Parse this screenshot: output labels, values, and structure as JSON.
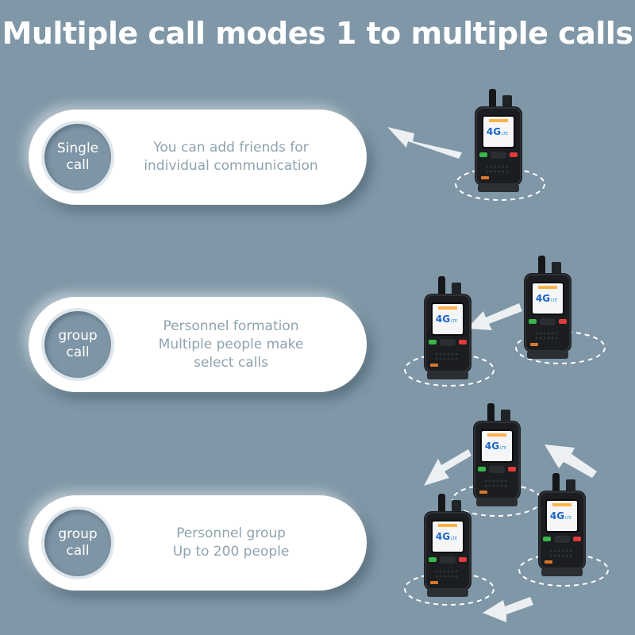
{
  "title": "Multiple call modes 1 to multiple calls",
  "modes": [
    {
      "badge": "Single\ncall",
      "description": "You can add friends for\nindividual communication"
    },
    {
      "badge": "group\ncall",
      "description": "Personnel formation\nMultiple people make\nselect calls"
    },
    {
      "badge": "group\ncall",
      "description": "Personnel group\nUp to 200 people"
    }
  ],
  "radio_screen_label": "4G",
  "radio_screen_sublabel": "LTE",
  "colors": {
    "background": "#7f97a7",
    "pill": "#ffffff",
    "badge": "#7e95a5",
    "description_text": "#8ea3b0",
    "radio_body": "#1b1d20"
  },
  "icons": [
    "walkie-talkie-icon",
    "arrow-icon",
    "dashed-ring-icon"
  ]
}
